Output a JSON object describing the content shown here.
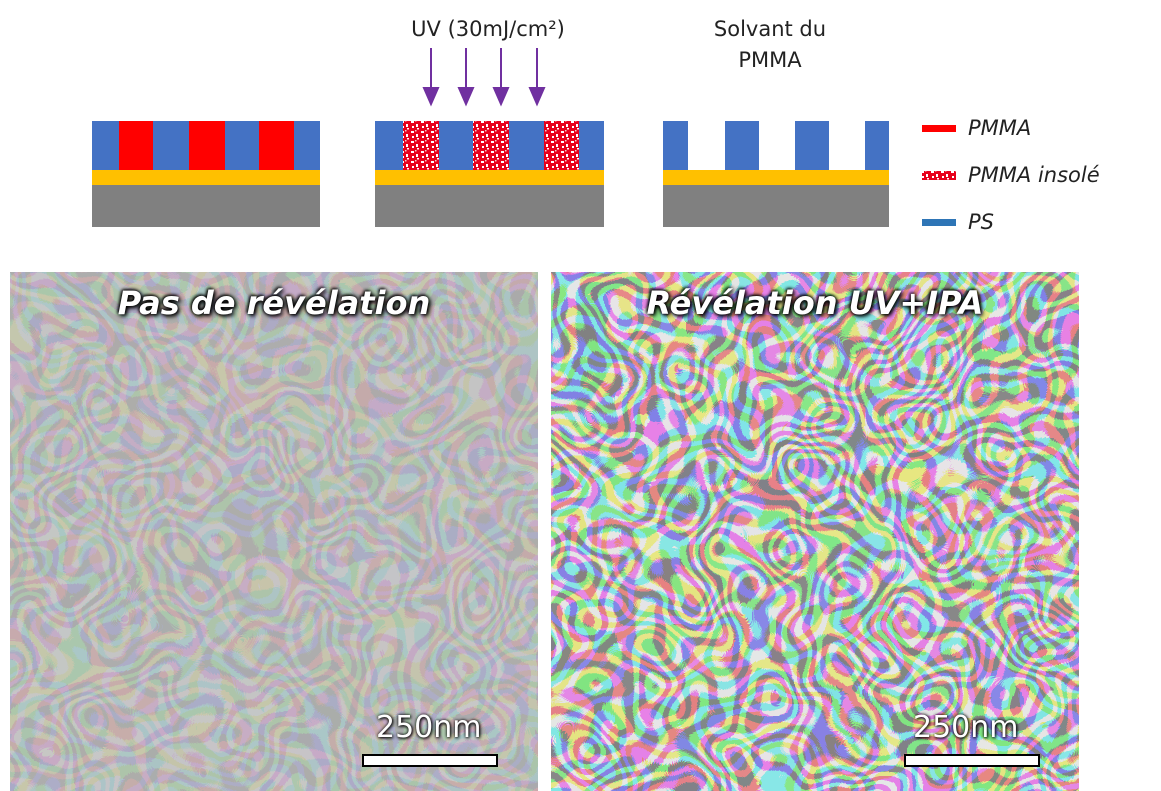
{
  "process": {
    "uv_label": "UV (30mJ/cm²)",
    "solvent_label_line1": "Solvant du",
    "solvent_label_line2": "PMMA"
  },
  "legend": [
    {
      "label": "PMMA",
      "pattern": "solid",
      "color": "#ff0000"
    },
    {
      "label": "PMMA insolé",
      "pattern": "speckled",
      "color": "#e8001b"
    },
    {
      "label": "PS",
      "pattern": "solid",
      "color": "#2e75b6"
    }
  ],
  "colors": {
    "ps": "#4472c4",
    "pmma": "#ff0000",
    "pmma_exposed": "#e8001b",
    "gold_layer": "#ffc000",
    "substrate": "#808080",
    "arrow": "#7030a0",
    "sem_background": "#7d7d7d"
  },
  "panels": [
    {
      "title": "Pas de révélation",
      "scale_label": "250nm",
      "contrast": "low"
    },
    {
      "title": "Révélation UV+IPA",
      "scale_label": "250nm",
      "contrast": "high"
    }
  ]
}
